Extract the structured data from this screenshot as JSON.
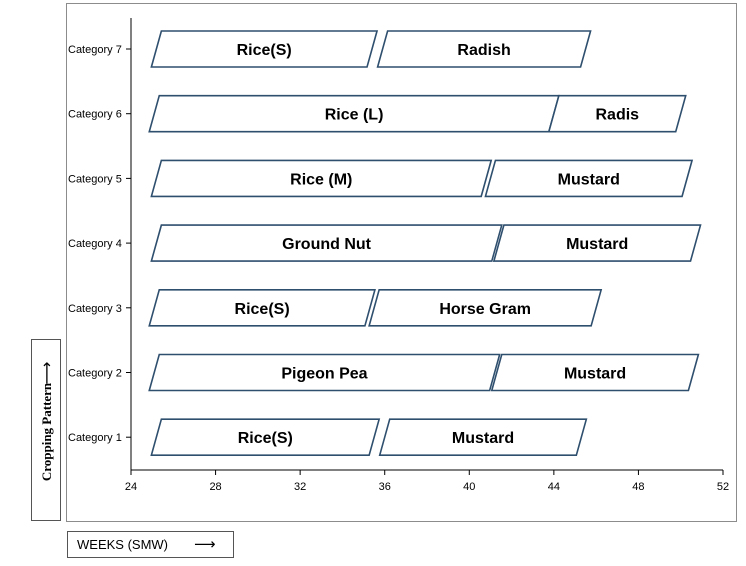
{
  "chart_data": {
    "type": "gantt",
    "xlabel": "WEEKS (SMW)",
    "ylabel": "Cropping Pattern",
    "xlim": [
      24,
      52
    ],
    "xticks": [
      24,
      28,
      32,
      36,
      40,
      44,
      48,
      52
    ],
    "categories": [
      "Category 1",
      "Category 2",
      "Category 3",
      "Category 4",
      "Category 5",
      "Category 6",
      "Category 7"
    ],
    "bars": [
      {
        "category": "Category 1",
        "label": "Rice(S)",
        "start": 25.2,
        "end": 35.5
      },
      {
        "category": "Category 1",
        "label": "Mustard",
        "start": 36.0,
        "end": 45.3
      },
      {
        "category": "Category 2",
        "label": "Pigeon Pea",
        "start": 25.1,
        "end": 41.2
      },
      {
        "category": "Category 2",
        "label": "Mustard",
        "start": 41.3,
        "end": 50.6
      },
      {
        "category": "Category 3",
        "label": "Rice(S)",
        "start": 25.1,
        "end": 35.3
      },
      {
        "category": "Category 3",
        "label": "Horse Gram",
        "start": 35.5,
        "end": 46.0
      },
      {
        "category": "Category 4",
        "label": "Ground Nut",
        "start": 25.2,
        "end": 41.3
      },
      {
        "category": "Category 4",
        "label": "Mustard",
        "start": 41.4,
        "end": 50.7
      },
      {
        "category": "Category 5",
        "label": "Rice (M)",
        "start": 25.2,
        "end": 40.8
      },
      {
        "category": "Category 5",
        "label": "Mustard",
        "start": 41.0,
        "end": 50.3
      },
      {
        "category": "Category 6",
        "label": "Rice (L)",
        "start": 25.1,
        "end": 44.0
      },
      {
        "category": "Category 6",
        "label": "Radis",
        "start": 44.0,
        "end": 50.0
      },
      {
        "category": "Category 7",
        "label": "Rice(S)",
        "start": 25.2,
        "end": 35.4
      },
      {
        "category": "Category 7",
        "label": "Radish",
        "start": 35.9,
        "end": 45.5
      }
    ],
    "colors": {
      "bar_fill": "#ffffff",
      "bar_stroke": "#2f4f6e",
      "axis": "#000000"
    },
    "grid": false,
    "legend": "none"
  }
}
